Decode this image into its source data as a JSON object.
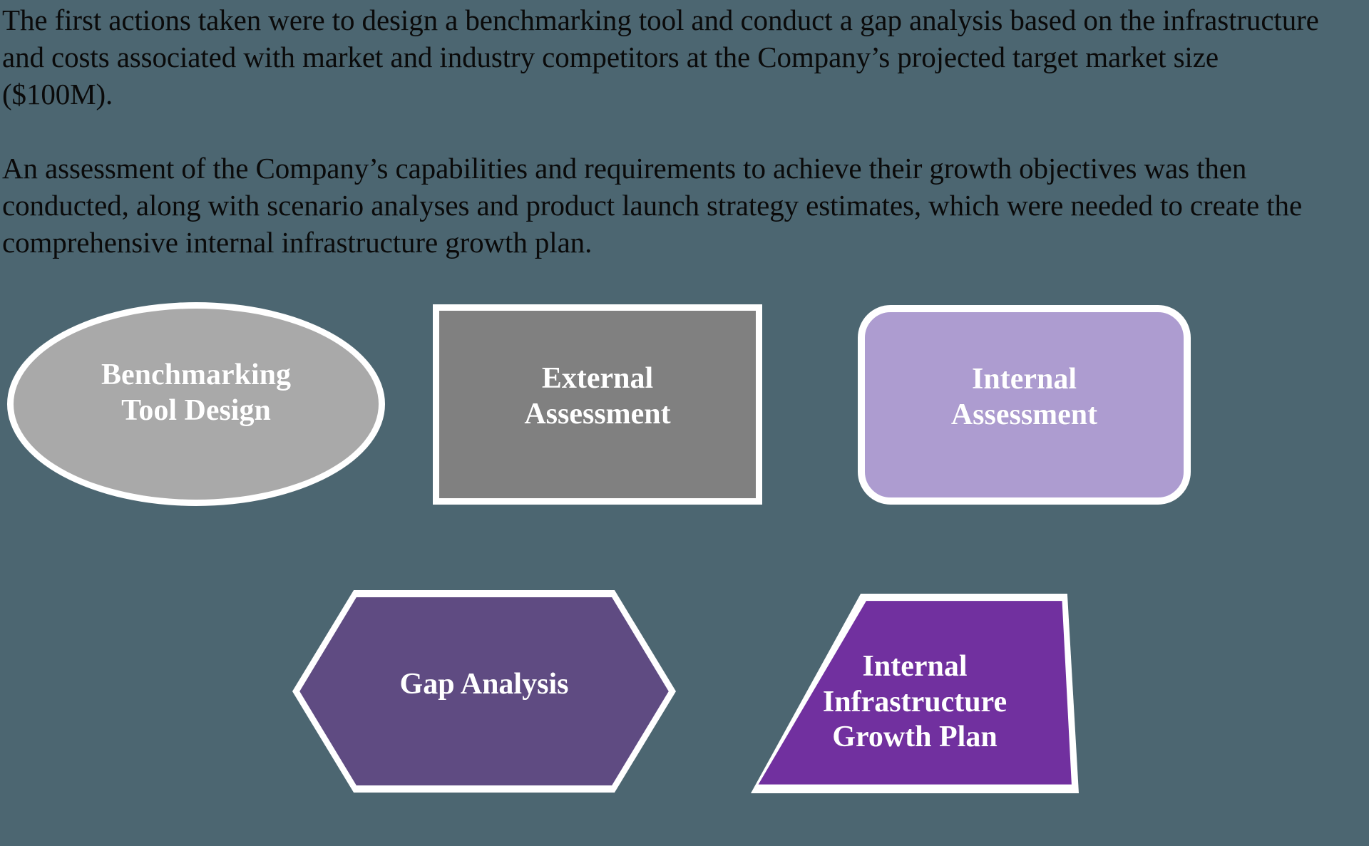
{
  "background_color": "#4c6671",
  "prose": {
    "paragraph_1": "The first actions taken were to design a benchmarking tool and conduct a gap analysis based on the infrastructure and costs associated with market and industry competitors at the Company’s projected target market size ($100M).",
    "paragraph_2": "An assessment of the Company’s capabilities and requirements to achieve their growth objectives was then conducted, along with scenario analyses and product launch strategy estimates, which were needed to create the comprehensive internal infrastructure growth plan."
  },
  "diagram": {
    "shapes": [
      {
        "id": "benchmarking-tool-design",
        "shape": "ellipse",
        "label": "Benchmarking\nTool Design",
        "fill": "#a9a9a9",
        "stroke": "#ffffff",
        "text_color": "#ffffff"
      },
      {
        "id": "external-assessment",
        "shape": "rectangle",
        "label": "External\nAssessment",
        "fill": "#808080",
        "stroke": "#ffffff",
        "text_color": "#ffffff"
      },
      {
        "id": "internal-assessment",
        "shape": "rounded-rectangle",
        "label": "Internal\nAssessment",
        "fill": "#ad9cd0",
        "stroke": "#ffffff",
        "text_color": "#ffffff"
      },
      {
        "id": "gap-analysis",
        "shape": "hexagon",
        "label": "Gap Analysis",
        "fill": "#5f4b82",
        "stroke": "#ffffff",
        "text_color": "#ffffff"
      },
      {
        "id": "internal-infrastructure-growth-plan",
        "shape": "trapezoid",
        "label": "Internal\nInfrastructure\nGrowth Plan",
        "fill": "#71309f",
        "stroke": "#ffffff",
        "text_color": "#ffffff"
      }
    ]
  }
}
